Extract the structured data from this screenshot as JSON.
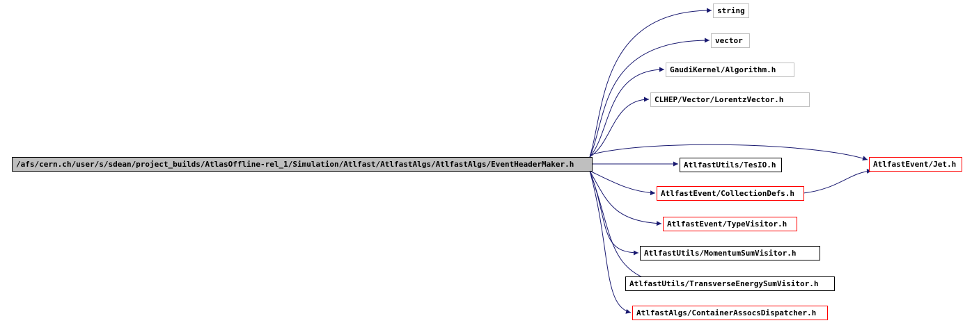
{
  "diagram": {
    "type": "include-dependency-graph",
    "root": {
      "id": "root",
      "label": "/afs/cern.ch/user/s/sdean/project_builds/AtlasOffline-rel_1/Simulation/Atlfast/AtlfastAlgs/AtlfastAlgs/EventHeaderMaker.h",
      "style": "root"
    },
    "nodes": [
      {
        "id": "string",
        "label": "string",
        "style": "system"
      },
      {
        "id": "vector",
        "label": "vector",
        "style": "system"
      },
      {
        "id": "gaudi",
        "label": "GaudiKernel/Algorithm.h",
        "style": "system"
      },
      {
        "id": "clhep",
        "label": "CLHEP/Vector/LorentzVector.h",
        "style": "system"
      },
      {
        "id": "jet",
        "label": "AtlfastEvent/Jet.h",
        "style": "linked"
      },
      {
        "id": "tesio",
        "label": "AtlfastUtils/TesIO.h",
        "style": "local"
      },
      {
        "id": "colldefs",
        "label": "AtlfastEvent/CollectionDefs.h",
        "style": "linked"
      },
      {
        "id": "typevisitor",
        "label": "AtlfastEvent/TypeVisitor.h",
        "style": "linked"
      },
      {
        "id": "momsum",
        "label": "AtlfastUtils/MomentumSumVisitor.h",
        "style": "local"
      },
      {
        "id": "transsum",
        "label": "AtlfastUtils/TransverseEnergySumVisitor.h",
        "style": "local"
      },
      {
        "id": "container",
        "label": "AtlfastAlgs/ContainerAssocsDispatcher.h",
        "style": "linked"
      }
    ],
    "edges": [
      {
        "from": "root",
        "to": "string"
      },
      {
        "from": "root",
        "to": "vector"
      },
      {
        "from": "root",
        "to": "gaudi"
      },
      {
        "from": "root",
        "to": "clhep"
      },
      {
        "from": "root",
        "to": "jet"
      },
      {
        "from": "root",
        "to": "tesio"
      },
      {
        "from": "root",
        "to": "colldefs"
      },
      {
        "from": "root",
        "to": "typevisitor"
      },
      {
        "from": "root",
        "to": "momsum"
      },
      {
        "from": "root",
        "to": "transsum"
      },
      {
        "from": "root",
        "to": "container"
      },
      {
        "from": "colldefs",
        "to": "jet"
      }
    ],
    "colors": {
      "root_fill": "#bfbfbf",
      "root_border": "#000000",
      "system_border": "#bfbfbf",
      "local_border": "#000000",
      "linked_border": "#ff0000",
      "edge": "#191970",
      "text": "#000000"
    }
  }
}
